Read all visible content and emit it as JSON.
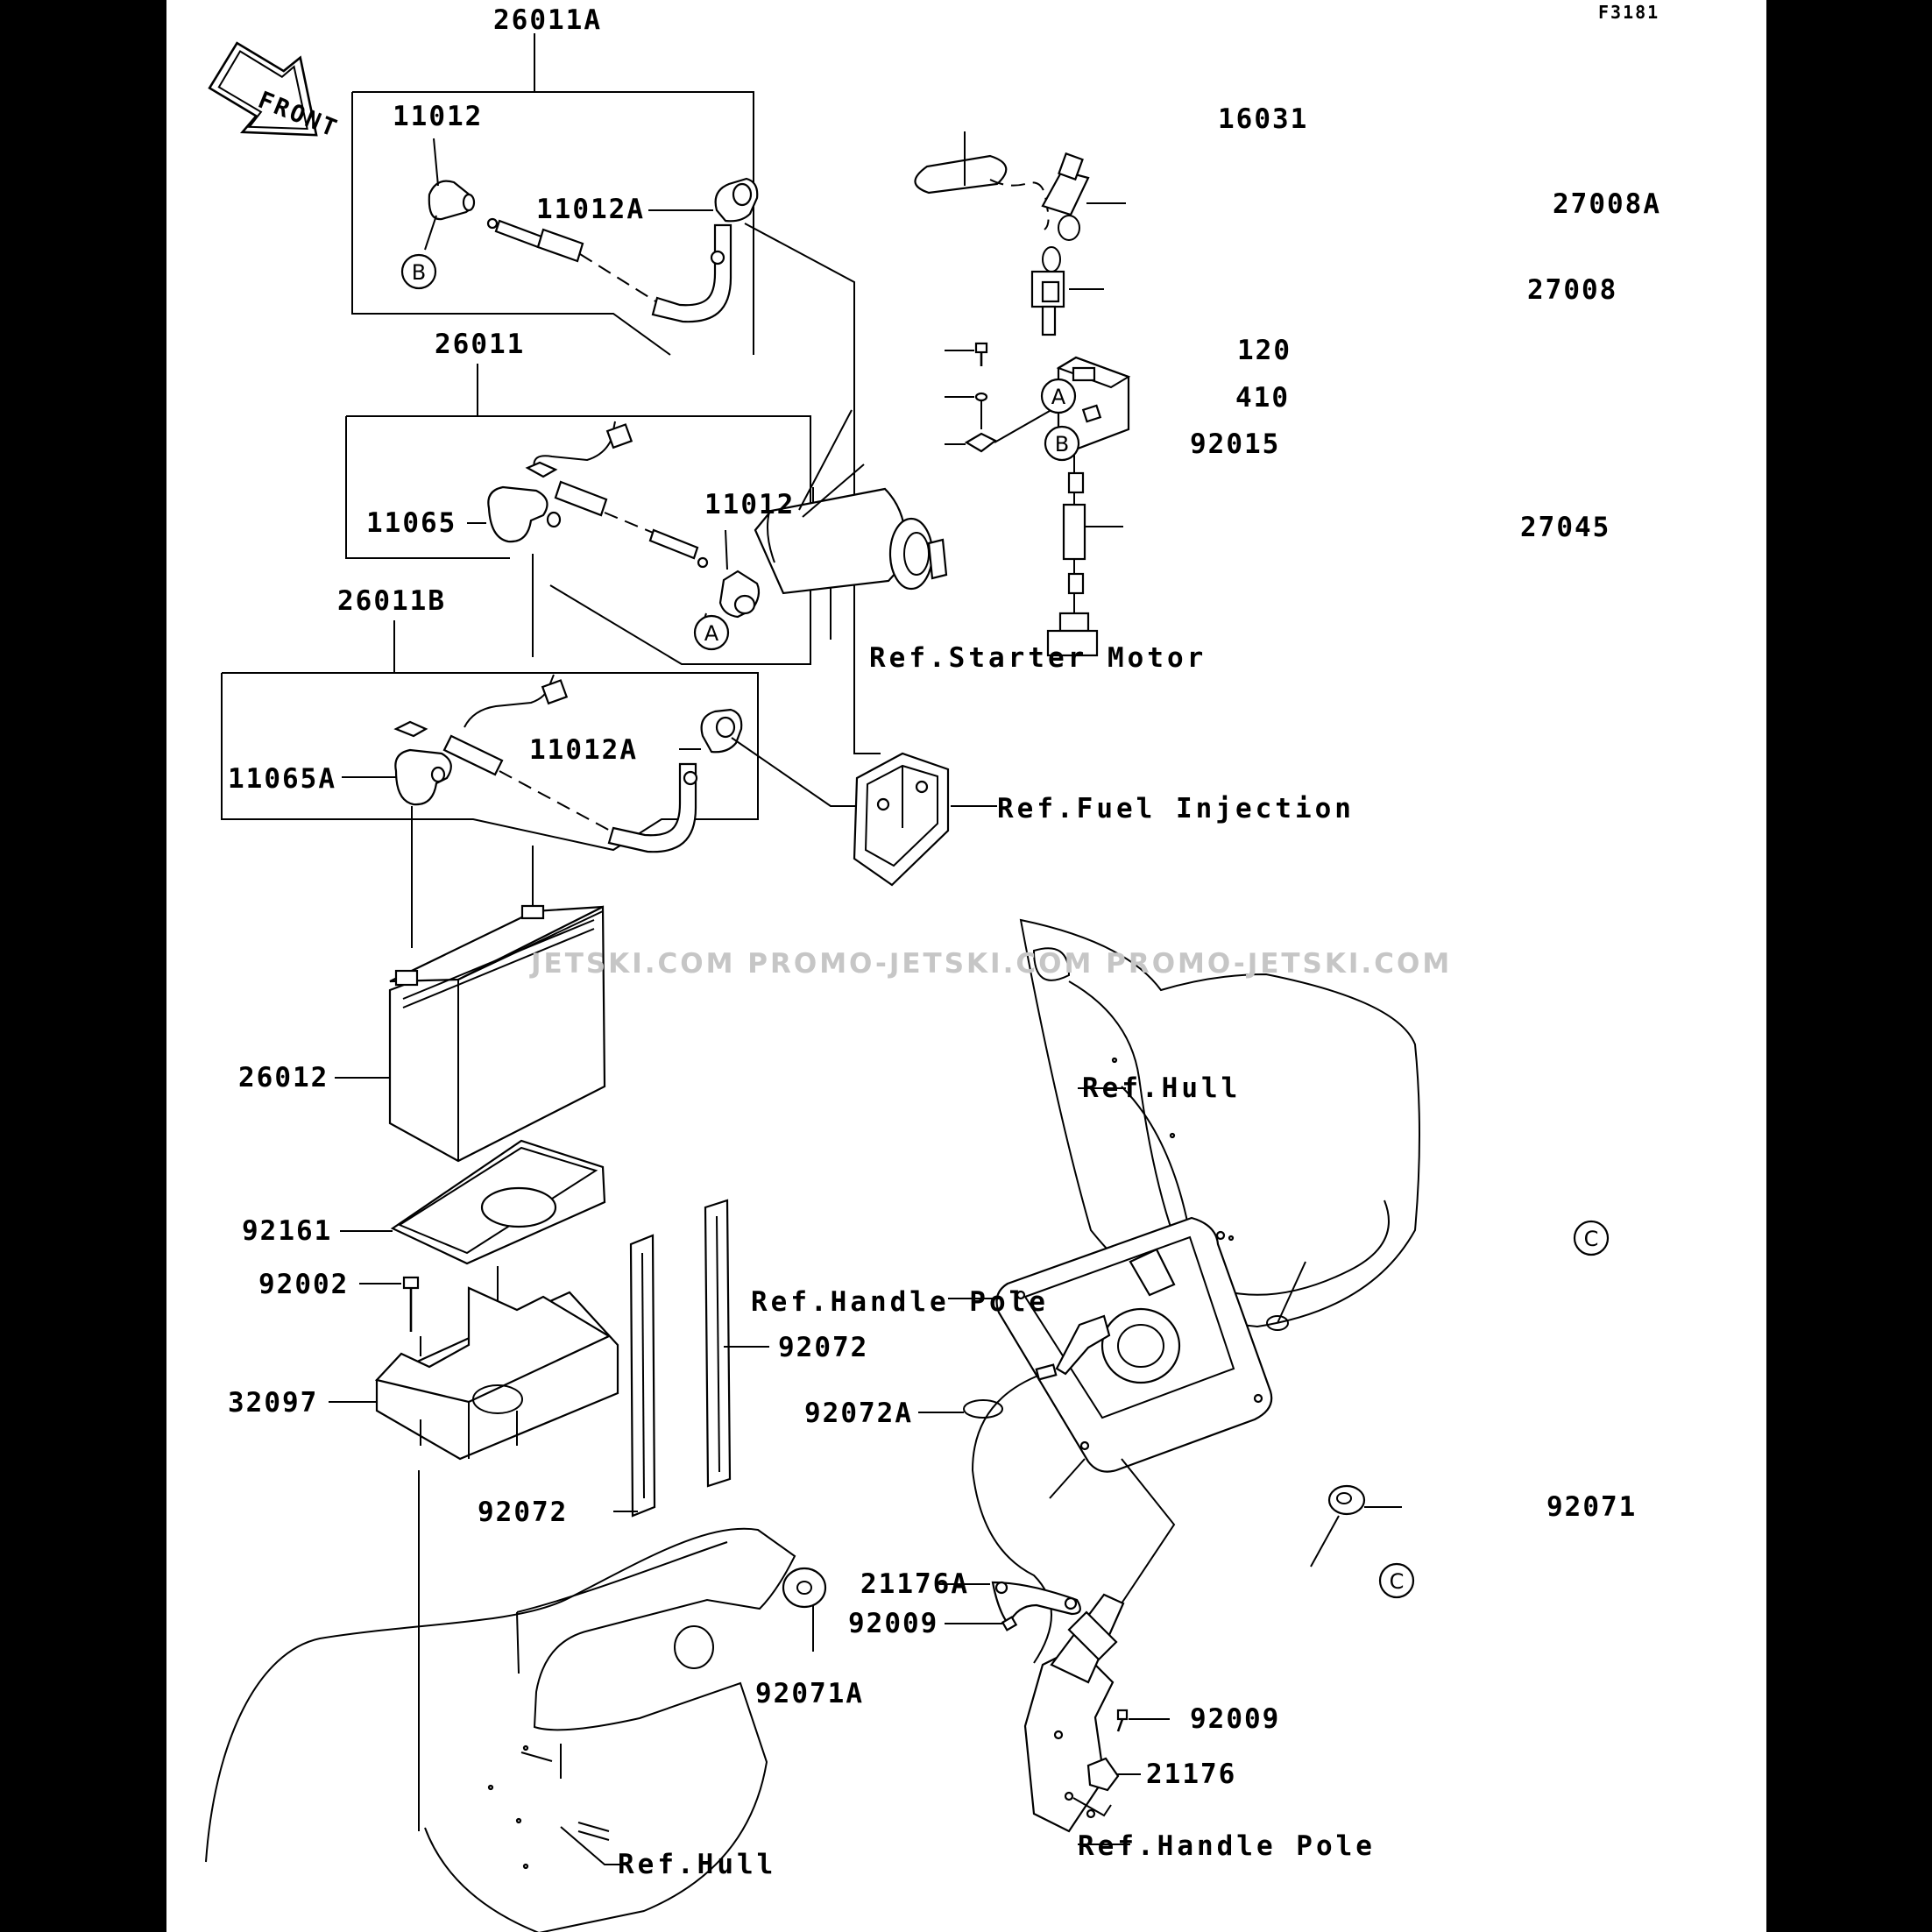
{
  "figure_code": "F3181",
  "front_label": "FRONT",
  "watermark": "JETSKI.COM  PROMO-JETSKI.COM  PROMO-JETSKI.COM",
  "callout_letters": [
    "A",
    "B",
    "C"
  ],
  "labels": {
    "p26011A": "26011A",
    "p11012_top": "11012",
    "p11012A_top": "11012A",
    "p26011": "26011",
    "p11065": "11065",
    "p11012_mid": "11012",
    "p26011B": "26011B",
    "p11012A_mid": "11012A",
    "p11065A": "11065A",
    "p26012": "26012",
    "p92161": "92161",
    "p92002": "92002",
    "p32097": "32097",
    "p92072_a": "92072",
    "p92072_b": "92072",
    "p92071A": "92071A",
    "p16031": "16031",
    "p27008A": "27008A",
    "p27008": "27008",
    "p120": "120",
    "p410": "410",
    "p92015": "92015",
    "p27045": "27045",
    "p92072A": "92072A",
    "p21176A": "21176A",
    "p92009_a": "92009",
    "p92009_b": "92009",
    "p21176": "21176",
    "p92071": "92071",
    "ref_starter": "Ref.Starter Motor",
    "ref_fuel": "Ref.Fuel Injection",
    "ref_hull_top": "Ref.Hull",
    "ref_handle_top": "Ref.Handle Pole",
    "ref_handle_bot": "Ref.Handle Pole",
    "ref_hull_bot": "Ref.Hull"
  }
}
